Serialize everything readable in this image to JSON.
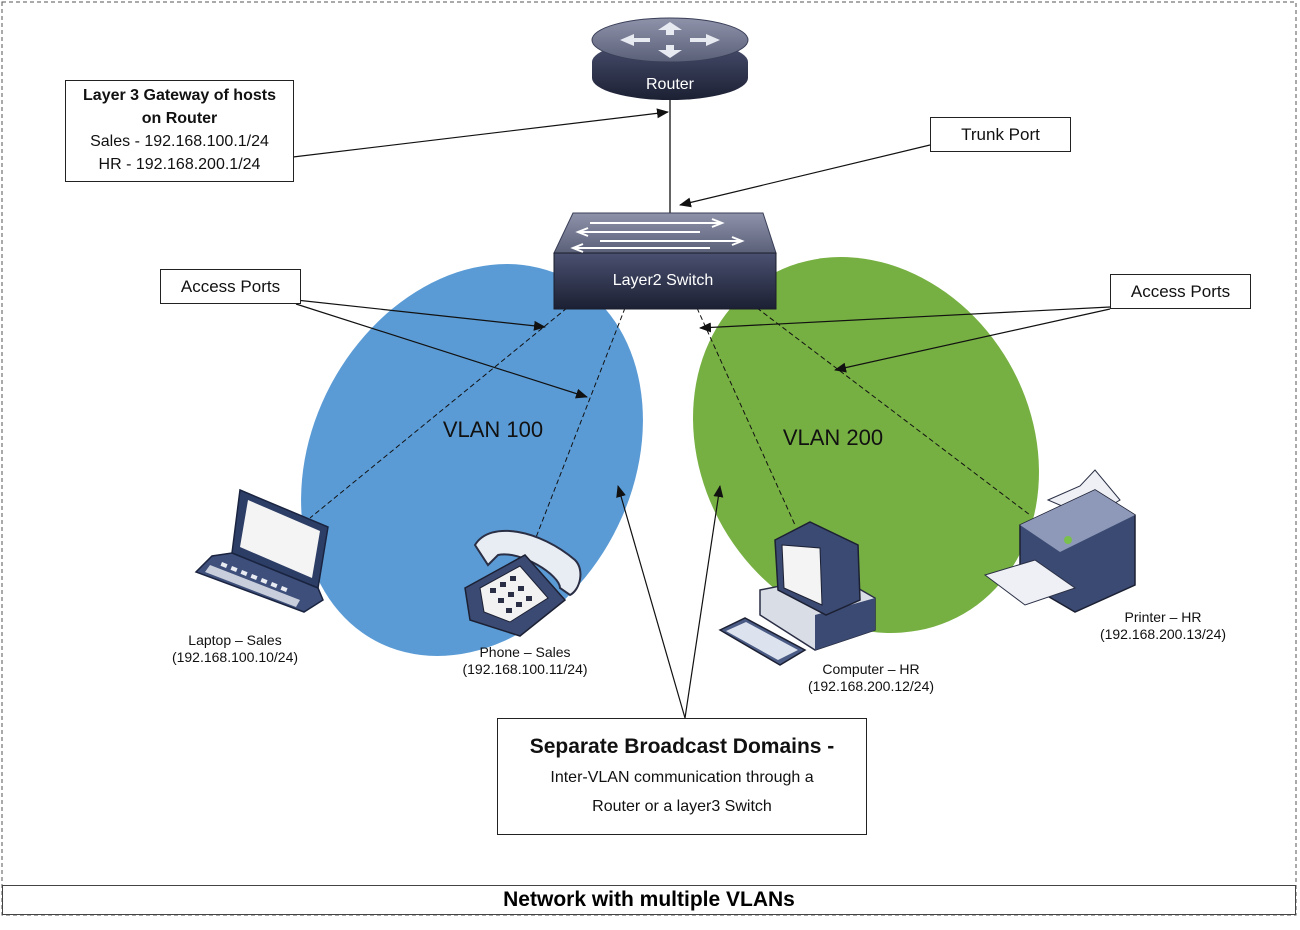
{
  "colors": {
    "vlan100": "#5b9bd5",
    "vlan200": "#77b042",
    "device_dark": "#2a2f45"
  },
  "router": {
    "label": "Router"
  },
  "switch": {
    "label": "Layer2 Switch"
  },
  "vlans": [
    {
      "label": "VLAN 100"
    },
    {
      "label": "VLAN 200"
    }
  ],
  "gateway_box": {
    "title_line1": "Layer 3 Gateway of hosts",
    "title_line2": "on Router",
    "line3": "Sales - 192.168.100.1/24",
    "line4": "HR - 192.168.200.1/24"
  },
  "trunk_box": {
    "label": "Trunk Port"
  },
  "access_left": {
    "label": "Access Ports"
  },
  "access_right": {
    "label": "Access Ports"
  },
  "devices": {
    "laptop": {
      "name": "Laptop – Sales",
      "ip": "(192.168.100.10/24)",
      "icon": "laptop-icon"
    },
    "phone": {
      "name": "Phone – Sales",
      "ip": "(192.168.100.11/24)",
      "icon": "phone-icon"
    },
    "computer": {
      "name": "Computer – HR",
      "ip": "(192.168.200.12/24)",
      "icon": "computer-icon"
    },
    "printer": {
      "name": "Printer – HR",
      "ip": "(192.168.200.13/24)",
      "icon": "printer-icon"
    }
  },
  "broadcast_box": {
    "title": "Separate Broadcast Domains -",
    "line2": "Inter-VLAN communication through a",
    "line3": "Router or a layer3 Switch"
  },
  "footer": {
    "title": "Network with multiple VLANs"
  }
}
